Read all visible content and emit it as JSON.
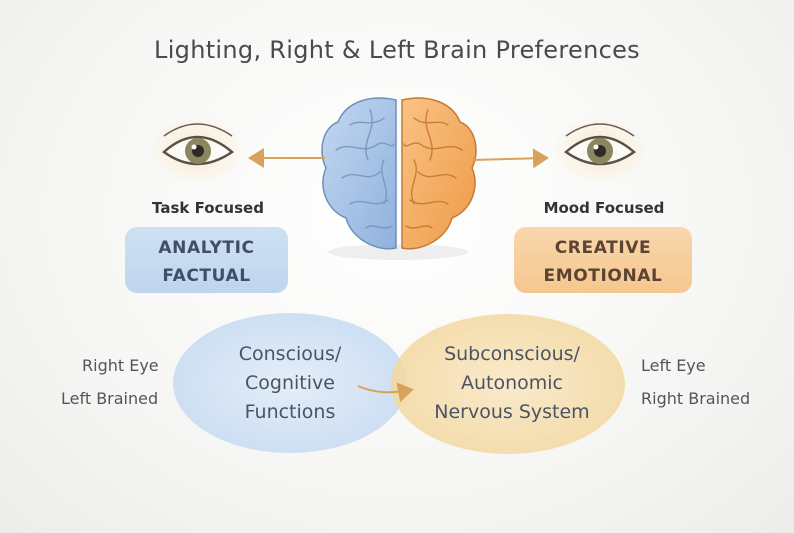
{
  "title": "Lighting, Right & Left Brain Preferences",
  "left": {
    "focus": "Task Focused",
    "box_line1": "ANALYTIC",
    "box_line2": "FACTUAL",
    "side_line1": "Right Eye",
    "side_line2": "Left Brained"
  },
  "right": {
    "focus": "Mood Focused",
    "box_line1": "CREATIVE",
    "box_line2": "EMOTIONAL",
    "side_line1": "Left Eye",
    "side_line2": "Right Brained"
  },
  "ellipse_left": {
    "line1": "Conscious/",
    "line2": "Cognitive",
    "line3": "Functions"
  },
  "ellipse_right": {
    "line1": "Subconscious/",
    "line2": "Autonomic",
    "line3": "Nervous System"
  },
  "colors": {
    "blue": "#a9c6ea",
    "orange": "#f0a85a",
    "arrow": "#d9a25c"
  }
}
